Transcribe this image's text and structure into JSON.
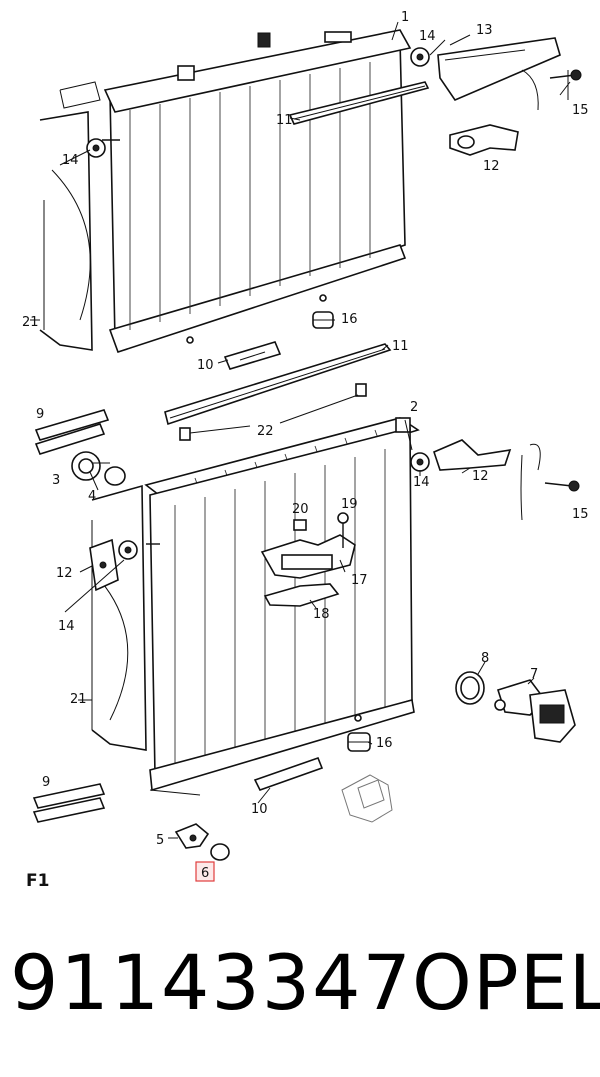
{
  "figure_label": "F1",
  "part_number": "91143347",
  "brand": "OPEL",
  "highlight_color": "#e03c3c",
  "callouts": {
    "c1": "1",
    "c2": "2",
    "c3": "3",
    "c4": "4",
    "c5": "5",
    "c6": "6",
    "c7": "7",
    "c8": "8",
    "c9a": "9",
    "c9b": "9",
    "c10a": "10",
    "c10b": "10",
    "c11a": "11",
    "c11b": "11",
    "c12a": "12",
    "c12b": "12",
    "c12c": "12",
    "c13": "13",
    "c14a": "14",
    "c14b": "14",
    "c14c": "14",
    "c14d": "14",
    "c15a": "15",
    "c15b": "15",
    "c16a": "16",
    "c16b": "16",
    "c17": "17",
    "c18": "18",
    "c19": "19",
    "c20": "20",
    "c21a": "21",
    "c21b": "21",
    "c22": "22"
  }
}
